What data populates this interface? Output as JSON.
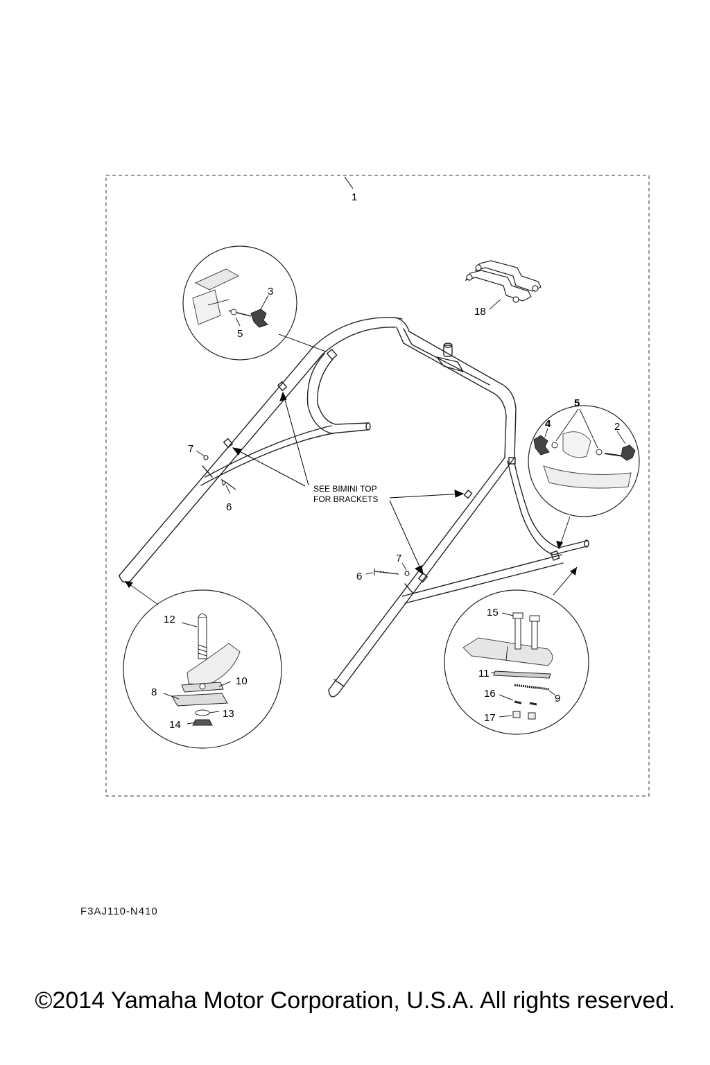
{
  "callouts": {
    "c1": "1",
    "c2": "2",
    "c3": "3",
    "c4": "4",
    "c5a": "5",
    "c5b": "5",
    "c6a": "6",
    "c6b": "6",
    "c7a": "7",
    "c7b": "7",
    "c8": "8",
    "c9": "9",
    "c10": "10",
    "c11": "11",
    "c12": "12",
    "c13": "13",
    "c14": "14",
    "c15": "15",
    "c16": "16",
    "c17": "17",
    "c18": "18"
  },
  "note": {
    "line1": "SEE BIMINI TOP",
    "line2": "FOR BRACKETS"
  },
  "diagram_code": "F3AJ110-N410",
  "copyright": "©2014 Yamaha Motor Corporation, U.S.A. All rights reserved."
}
